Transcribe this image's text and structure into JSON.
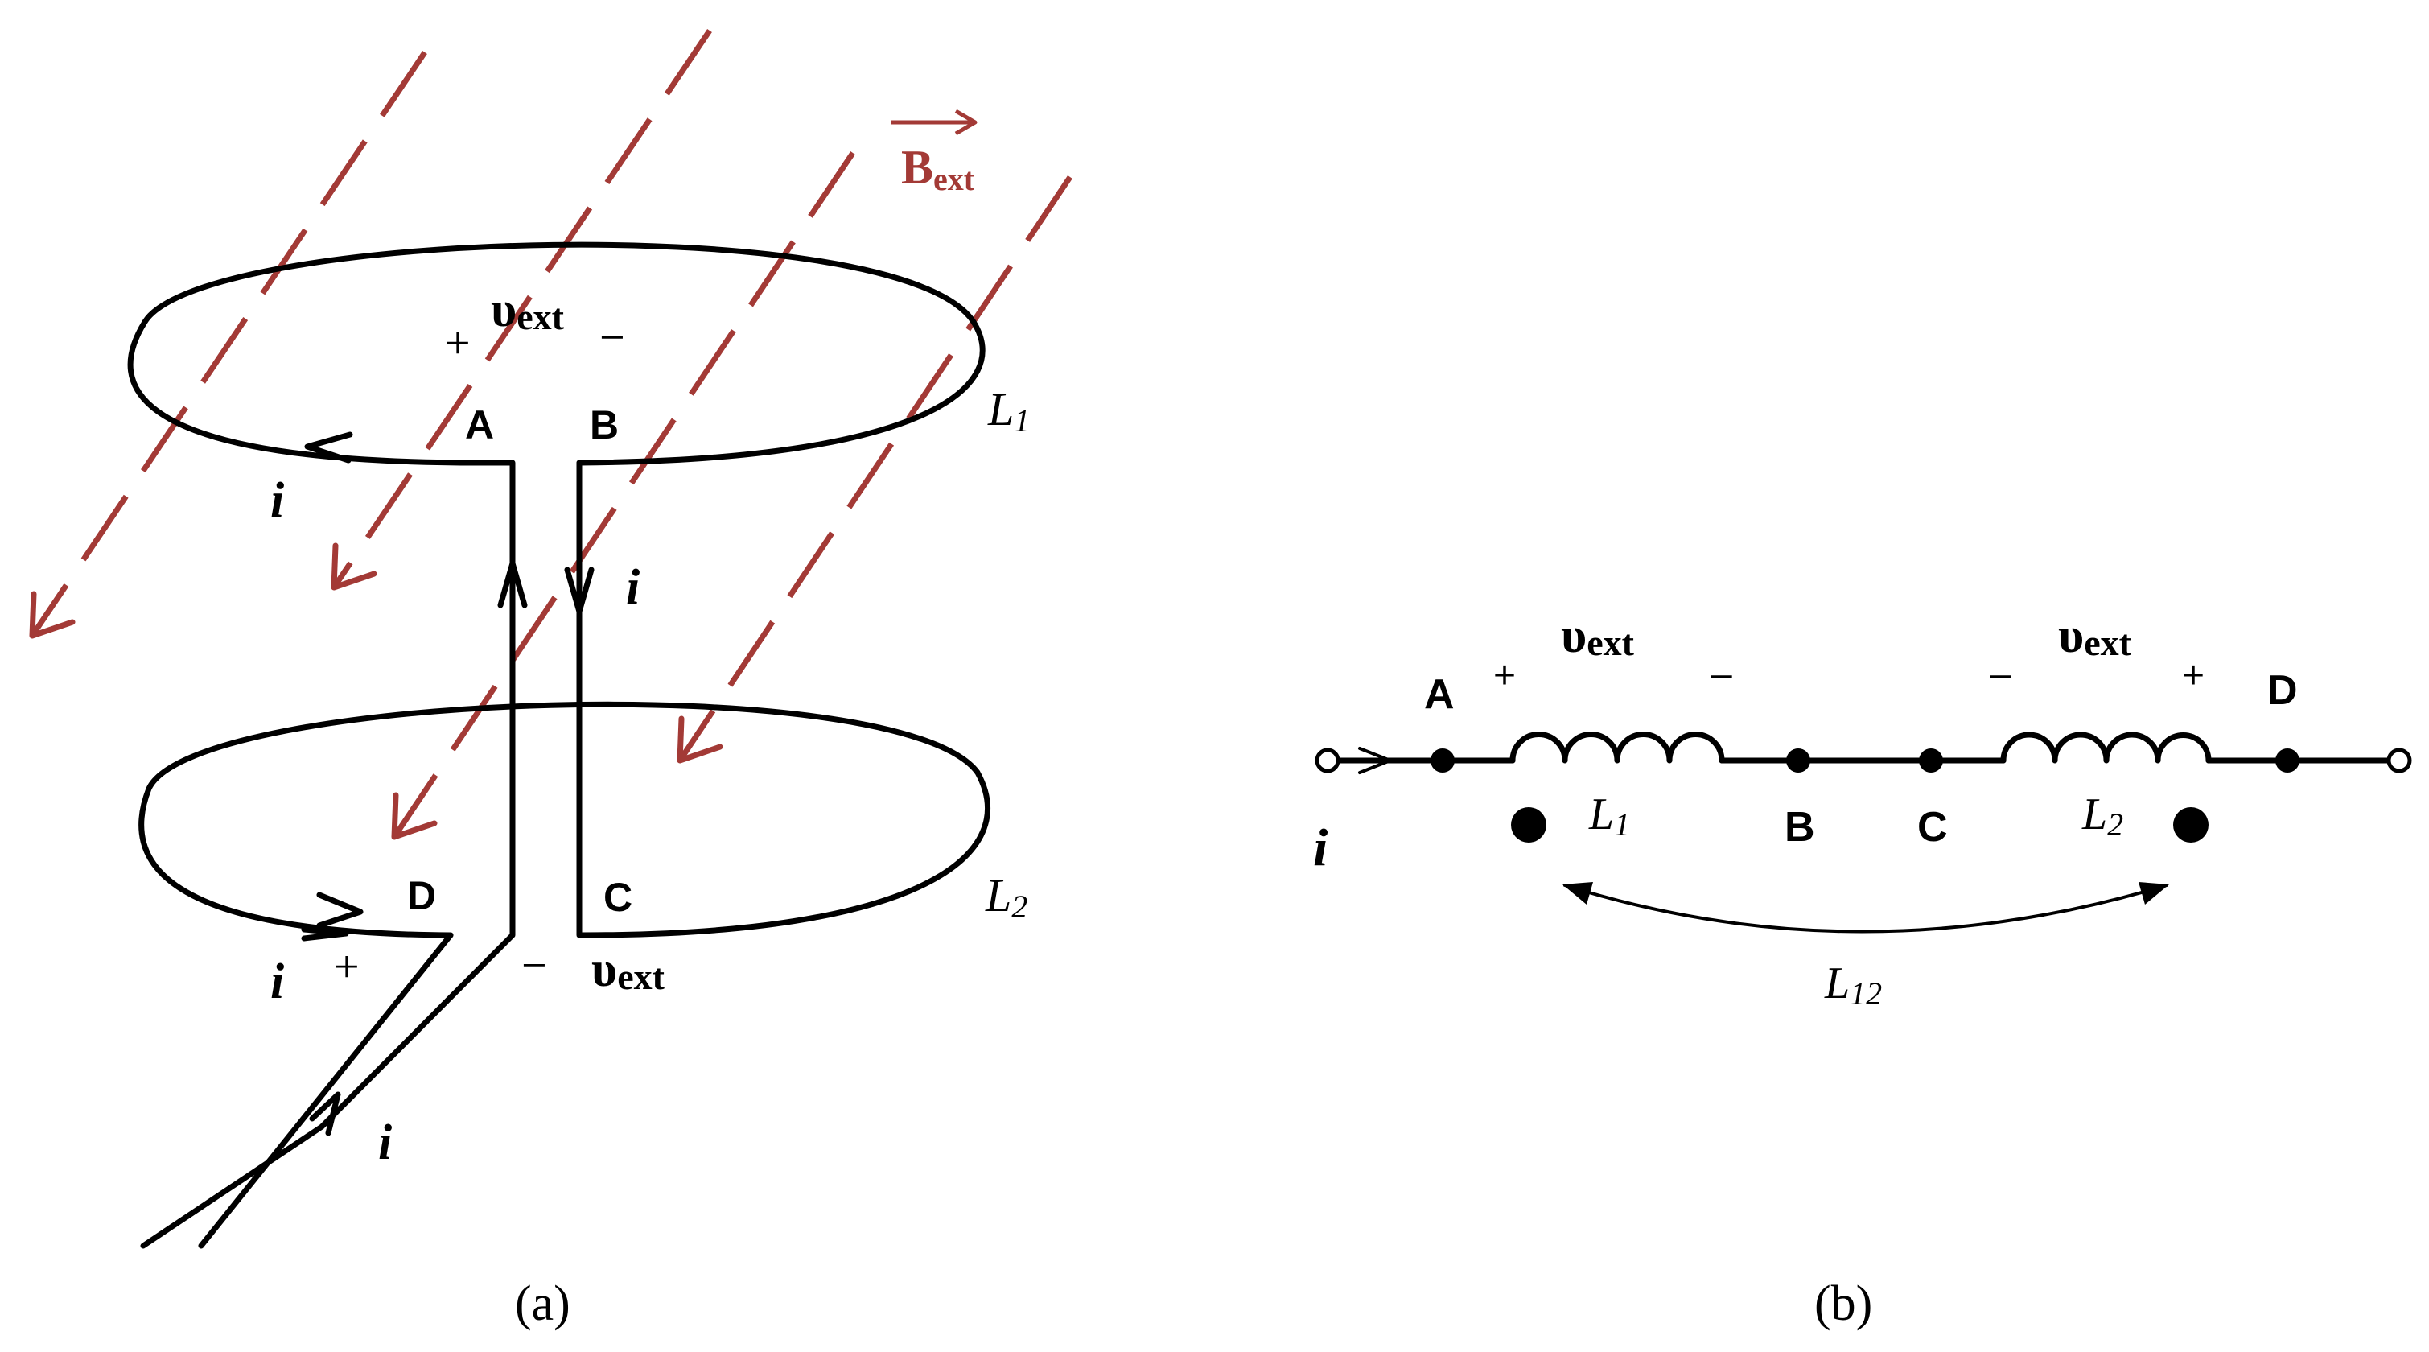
{
  "colors": {
    "field": "#a33a36",
    "ink": "#000000"
  },
  "panel_a": {
    "field_label": "B",
    "field_subscript": "ext",
    "voltage_symbol": "υ",
    "voltage_subscript": "ext",
    "plus": "+",
    "minus": "−",
    "node_a": "A",
    "node_b": "B",
    "node_c": "C",
    "node_d": "D",
    "inductor_1": "L",
    "inductor_1_sub": "1",
    "inductor_2": "L",
    "inductor_2_sub": "2",
    "current": "i",
    "caption": "(a)"
  },
  "panel_b": {
    "voltage_symbol": "υ",
    "voltage_subscript": "ext",
    "plus": "+",
    "minus": "–",
    "node_a": "A",
    "node_b": "B",
    "node_c": "C",
    "node_d": "D",
    "inductor_1": "L",
    "inductor_1_sub": "1",
    "inductor_2": "L",
    "inductor_2_sub": "2",
    "mutual": "L",
    "mutual_sub": "12",
    "current": "i",
    "caption": "(b)"
  }
}
